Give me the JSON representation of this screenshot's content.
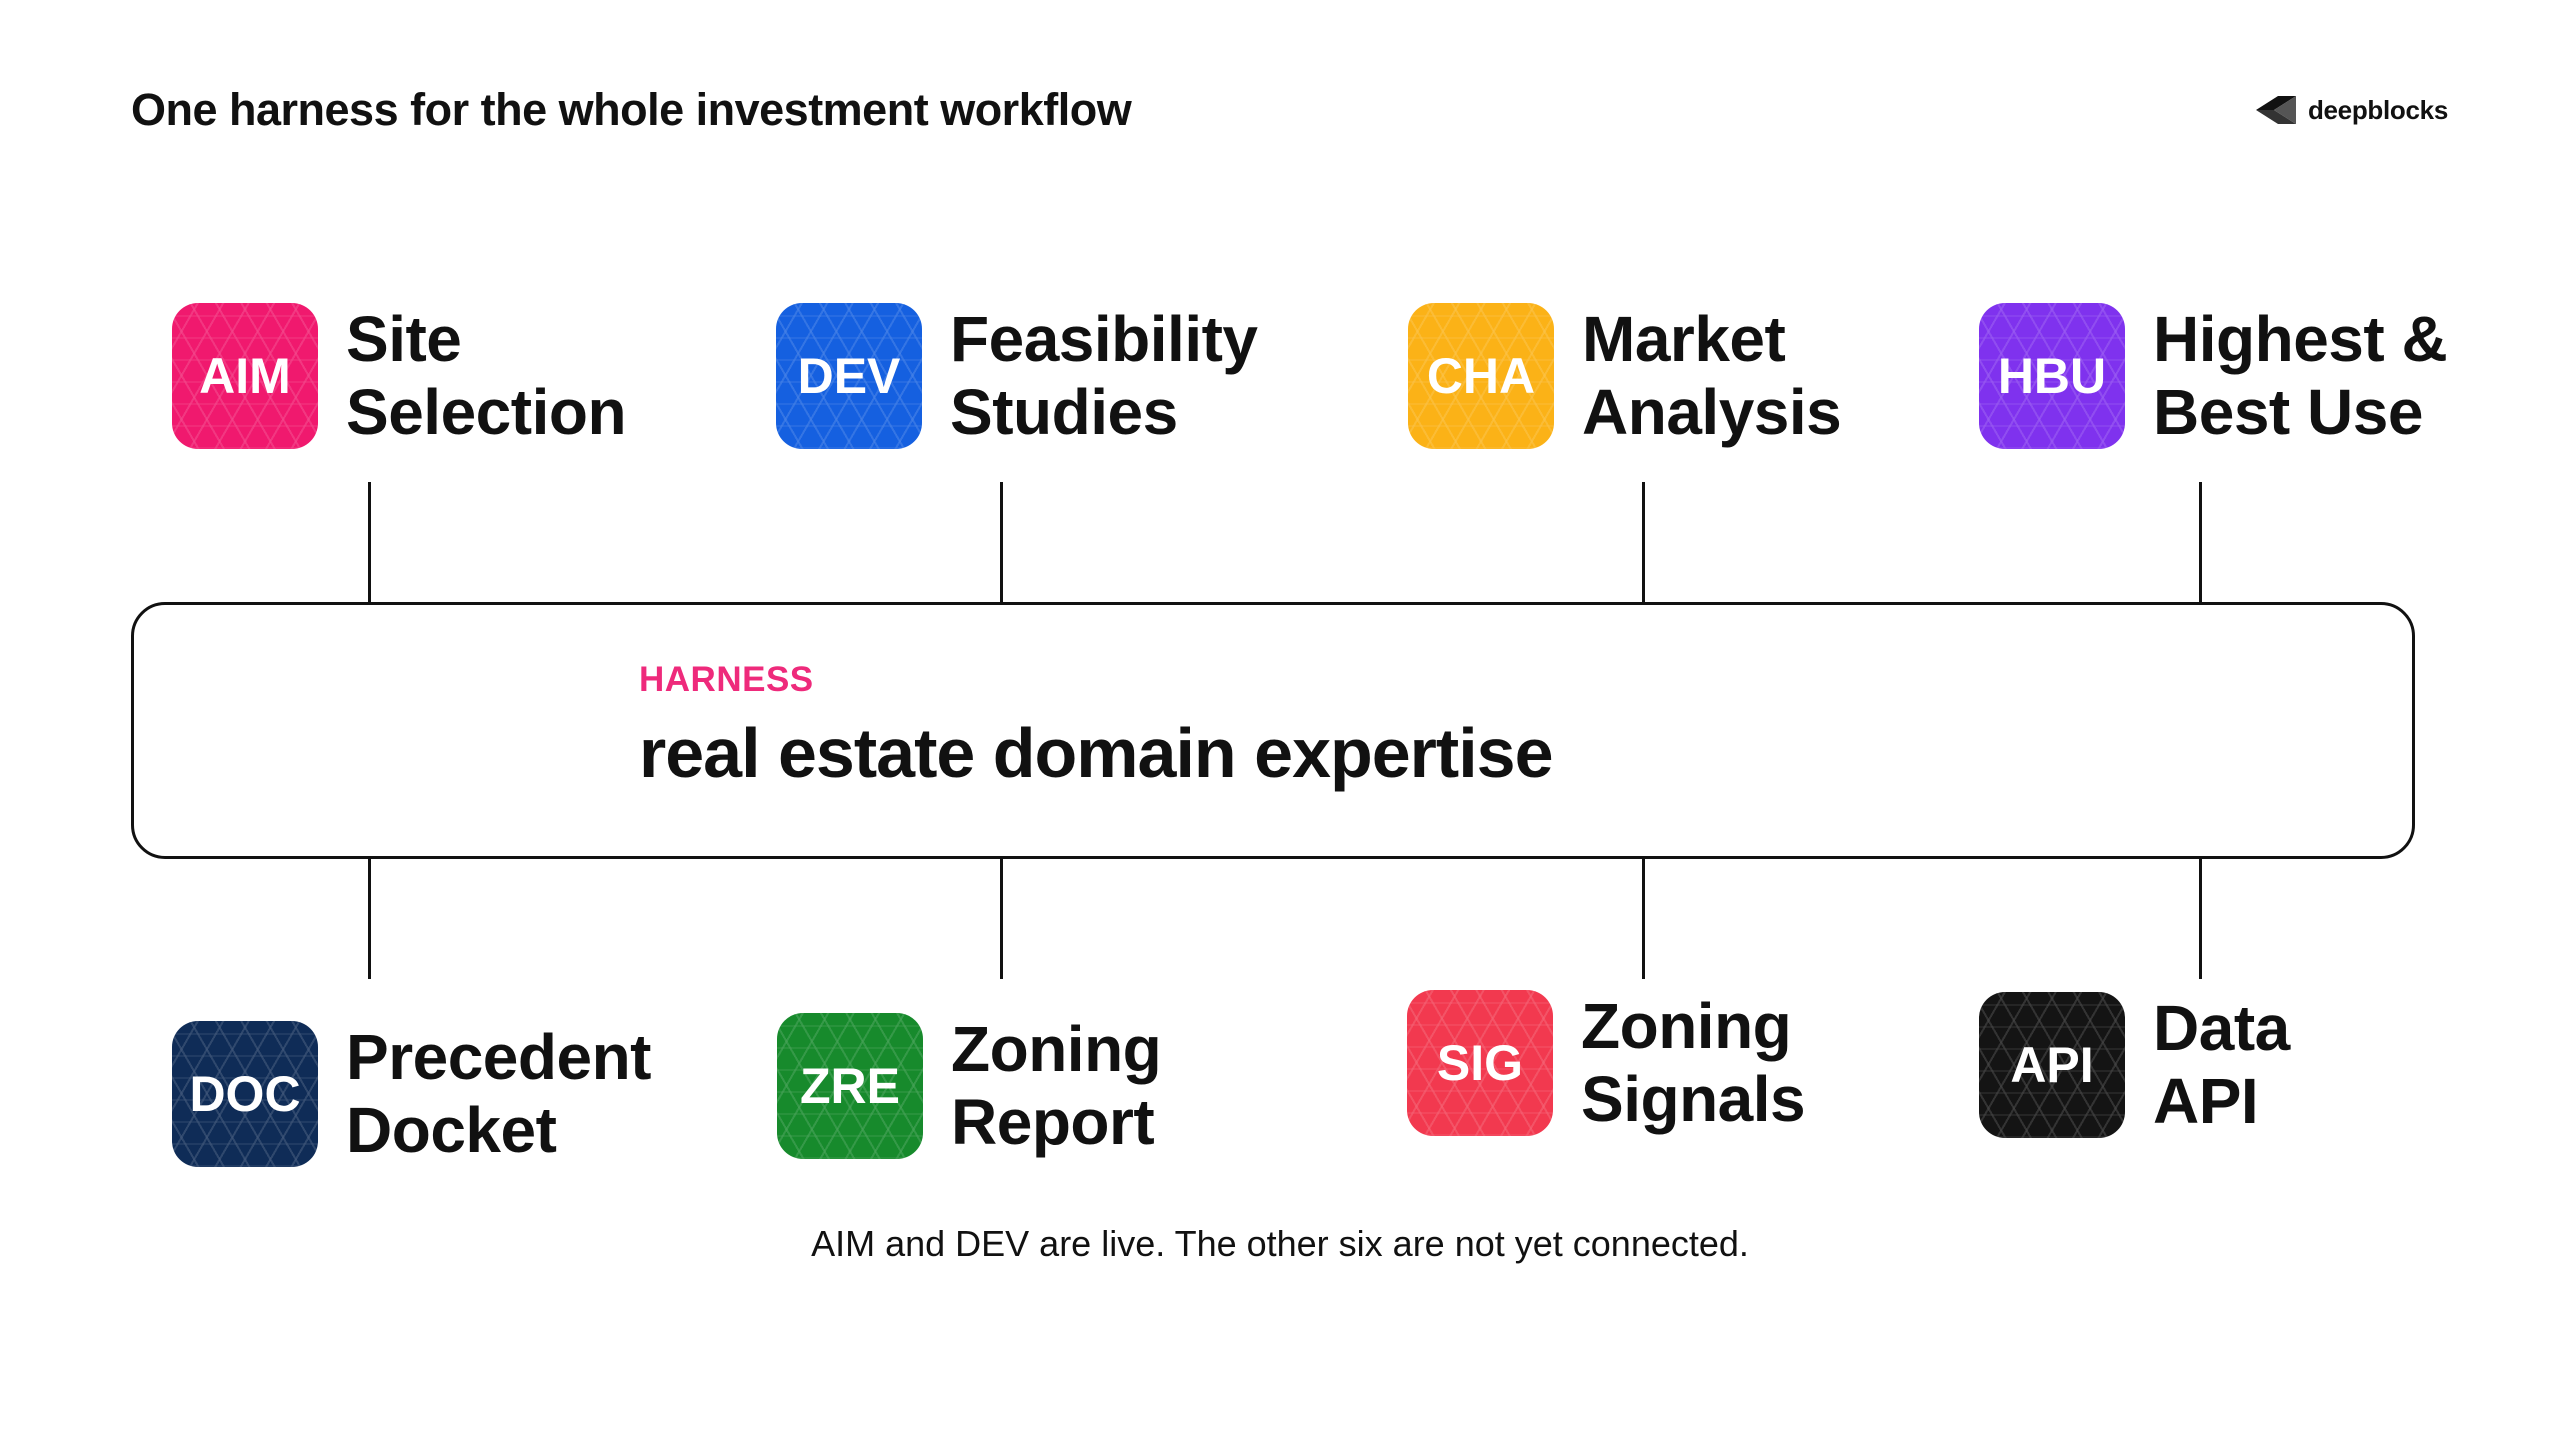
{
  "page": {
    "title": "One harness for the whole investment workflow"
  },
  "brand": {
    "name": "deepblocks",
    "logo_icon": "deepblocks-logo-icon"
  },
  "harness": {
    "label": "HARNESS",
    "title": "real estate domain expertise",
    "label_color": "#ee2a7b"
  },
  "products_top": [
    {
      "code": "AIM",
      "line1": "Site",
      "line2": "Selection",
      "color": "#f0196e"
    },
    {
      "code": "DEV",
      "line1": "Feasibility",
      "line2": "Studies",
      "color": "#1560e0"
    },
    {
      "code": "CHA",
      "line1": "Market",
      "line2": "Analysis",
      "color": "#fbb217"
    },
    {
      "code": "HBU",
      "line1": "Highest &",
      "line2": "Best Use",
      "color": "#7f32ee"
    }
  ],
  "products_bottom": [
    {
      "code": "DOC",
      "line1": "Precedent",
      "line2": "Docket",
      "color": "#0f2c57"
    },
    {
      "code": "ZRE",
      "line1": "Zoning",
      "line2": "Report",
      "color": "#178a2c"
    },
    {
      "code": "SIG",
      "line1": "Zoning",
      "line2": "Signals",
      "color": "#f2394f"
    },
    {
      "code": "API",
      "line1": "Data",
      "line2": "API",
      "color": "#141414"
    }
  ],
  "footnote": "AIM and DEV are live. The other six are not yet connected."
}
